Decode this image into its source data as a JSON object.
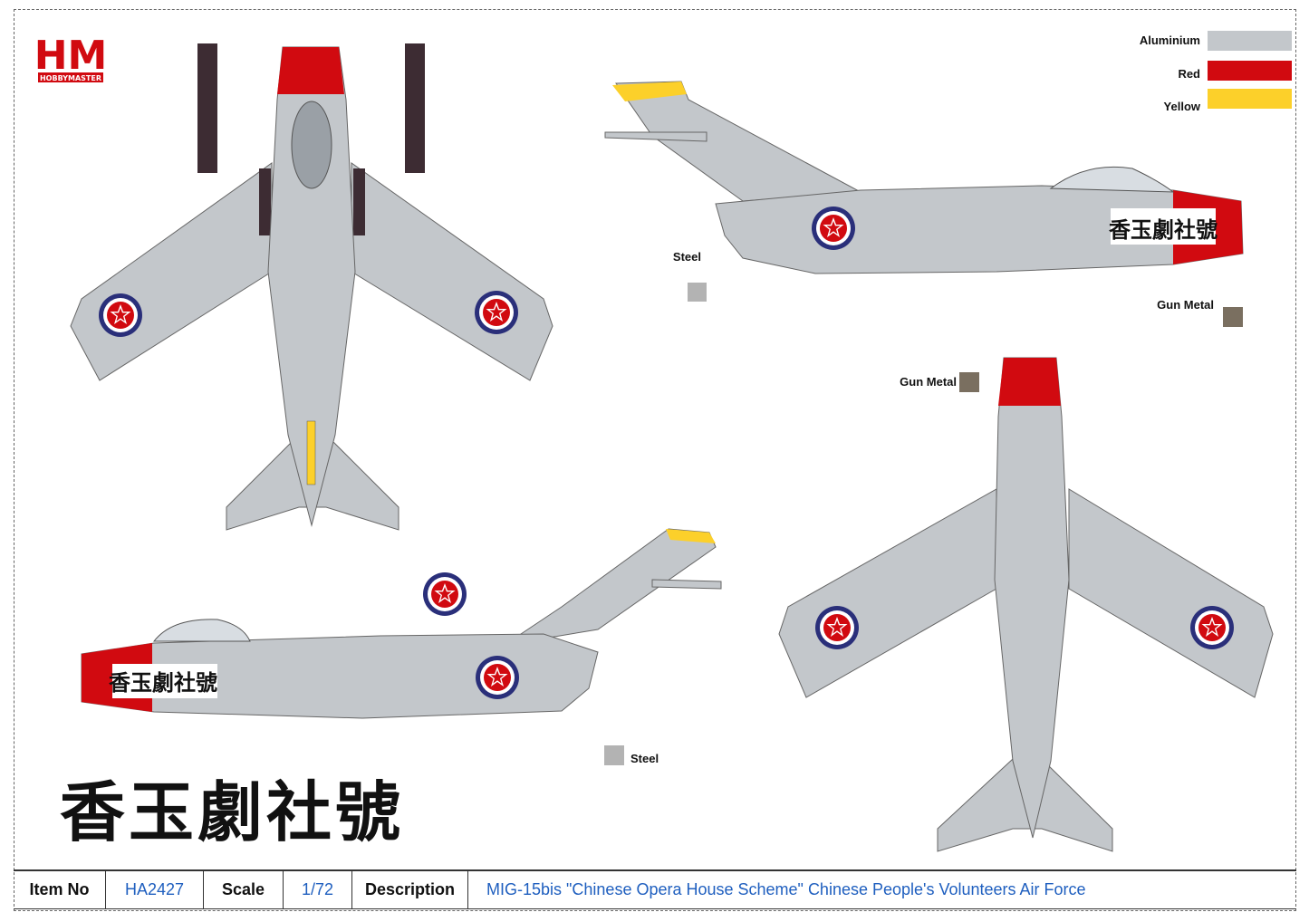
{
  "brand": {
    "logo_text": "HM",
    "logo_sub": "HOBBYMASTER"
  },
  "legend": {
    "aluminium_label": "Aluminium",
    "aluminium_color": "#c3c7cb",
    "red_label": "Red",
    "red_color": "#d10a10",
    "yellow_label": "Yellow",
    "yellow_color": "#fcd02a",
    "steel_label": "Steel",
    "steel_color": "#b3b3b3",
    "gunmetal_label": "Gun Metal",
    "gunmetal_color": "#7a6f60"
  },
  "nose_text": "香玉劇社號",
  "big_text": "香玉劇社號",
  "footer": {
    "item_label": "Item No",
    "item_value": "HA2427",
    "scale_label": "Scale",
    "scale_value": "1/72",
    "desc_label": "Description",
    "desc_value": "MIG-15bis \"Chinese Opera House Scheme\" Chinese People's Volunteers Air Force"
  }
}
